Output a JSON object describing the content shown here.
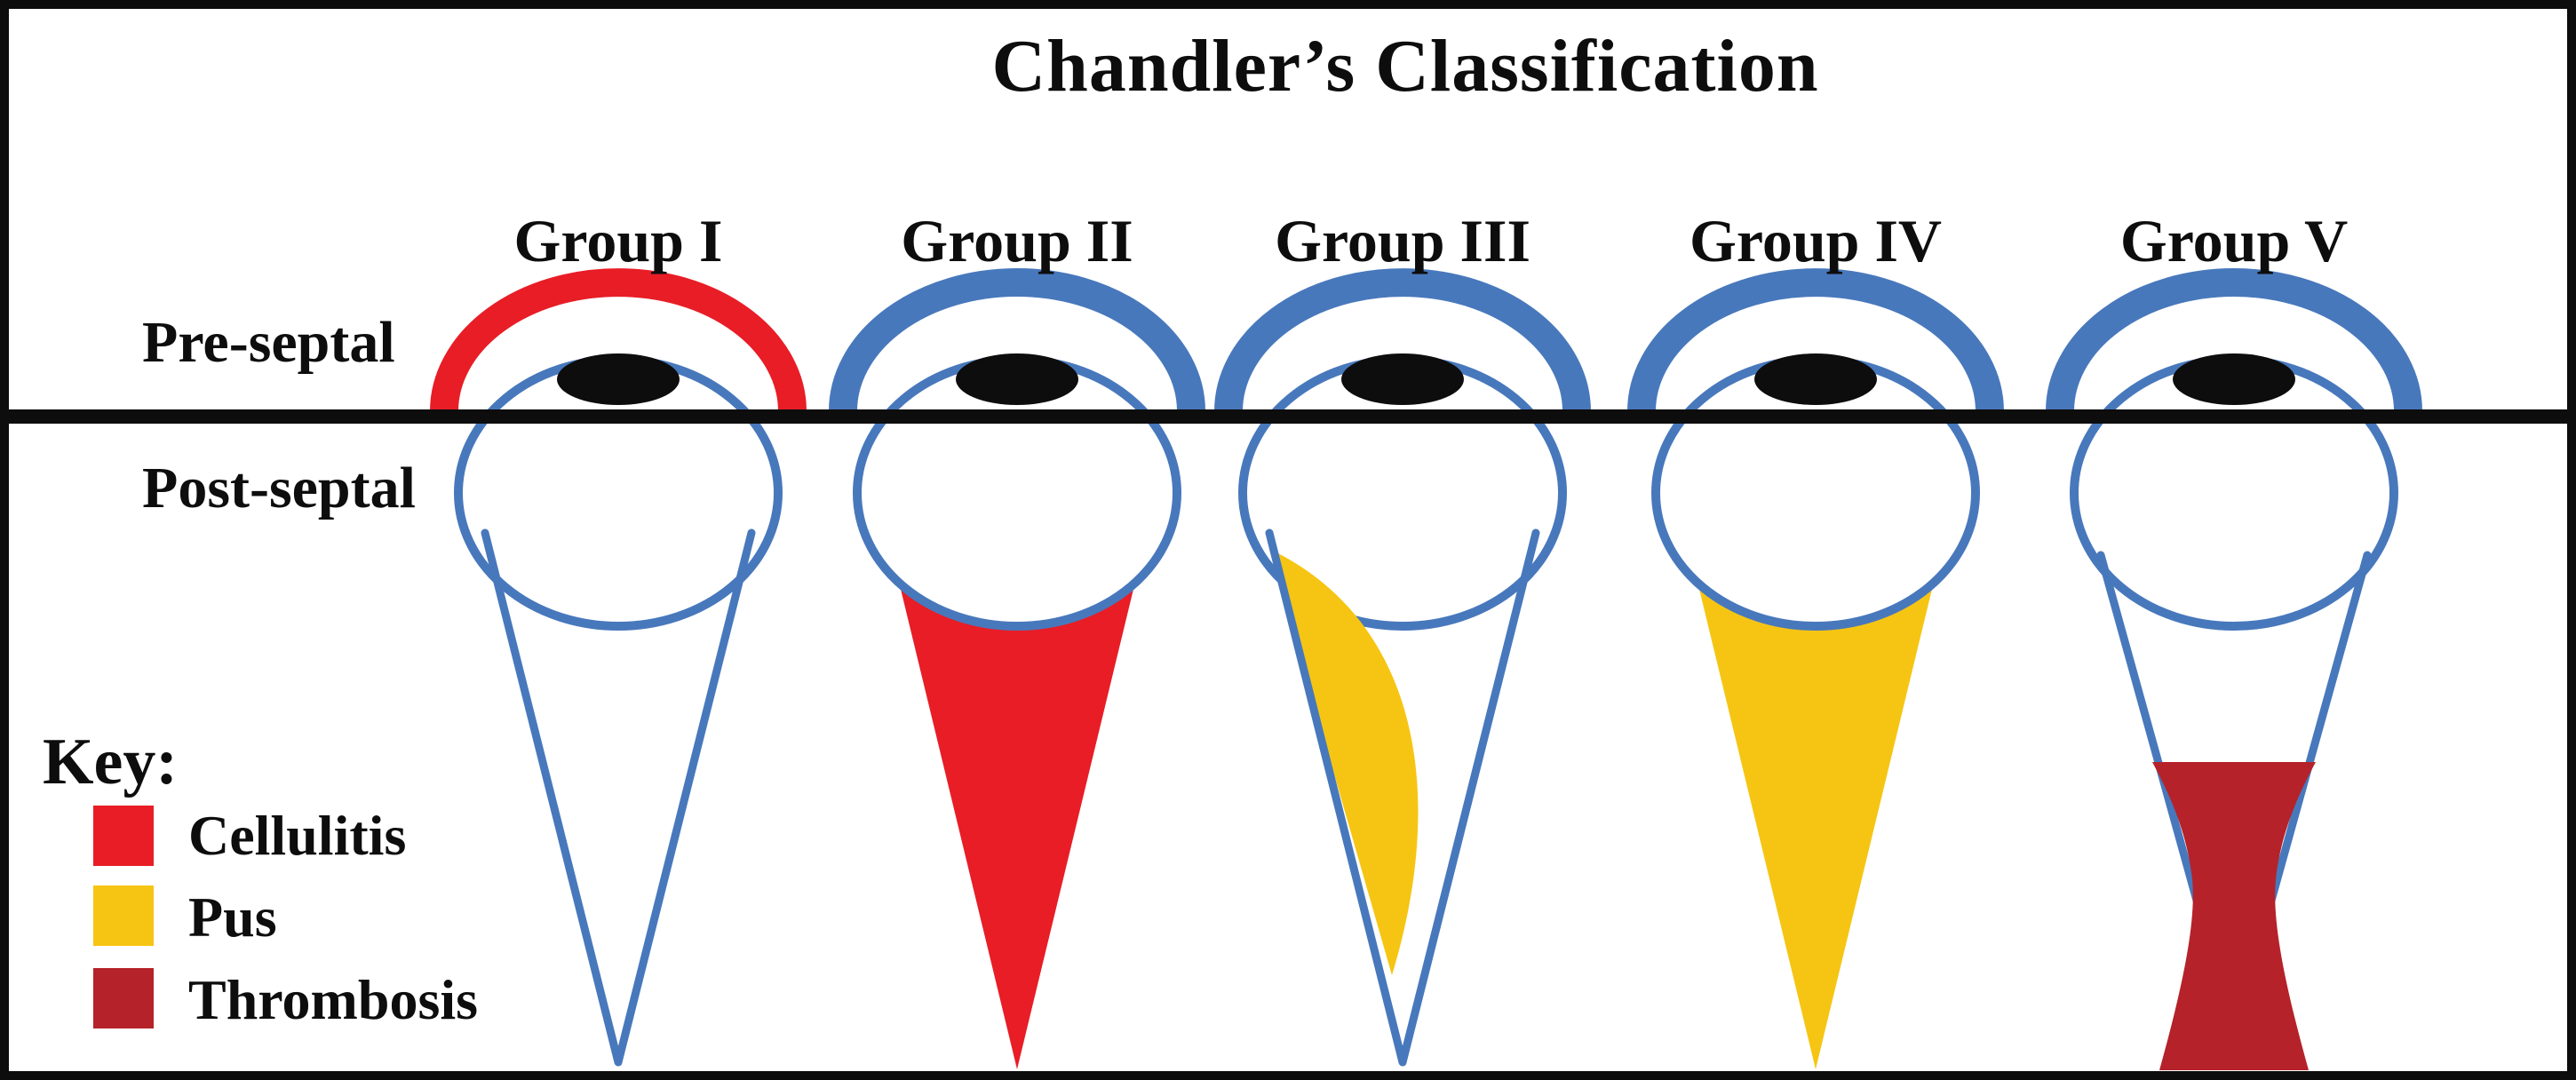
{
  "title": "Chandler’s Classification",
  "septum": {
    "pre_label": "Pre-septal",
    "post_label": "Post-septal"
  },
  "groups": [
    {
      "label": "Group I"
    },
    {
      "label": "Group II"
    },
    {
      "label": "Group III"
    },
    {
      "label": "Group IV"
    },
    {
      "label": "Group V"
    }
  ],
  "key": {
    "heading": "Key:",
    "items": [
      {
        "label": "Cellulitis",
        "color": "#e81d26"
      },
      {
        "label": "Pus",
        "color": "#f6c513"
      },
      {
        "label": "Thrombosis",
        "color": "#b5222a"
      }
    ]
  },
  "colors": {
    "blue": "#4878bc",
    "red": "#e81d26",
    "yellow": "#f6c513",
    "dark_red": "#b5222a",
    "ink": "#0d0d0d"
  }
}
